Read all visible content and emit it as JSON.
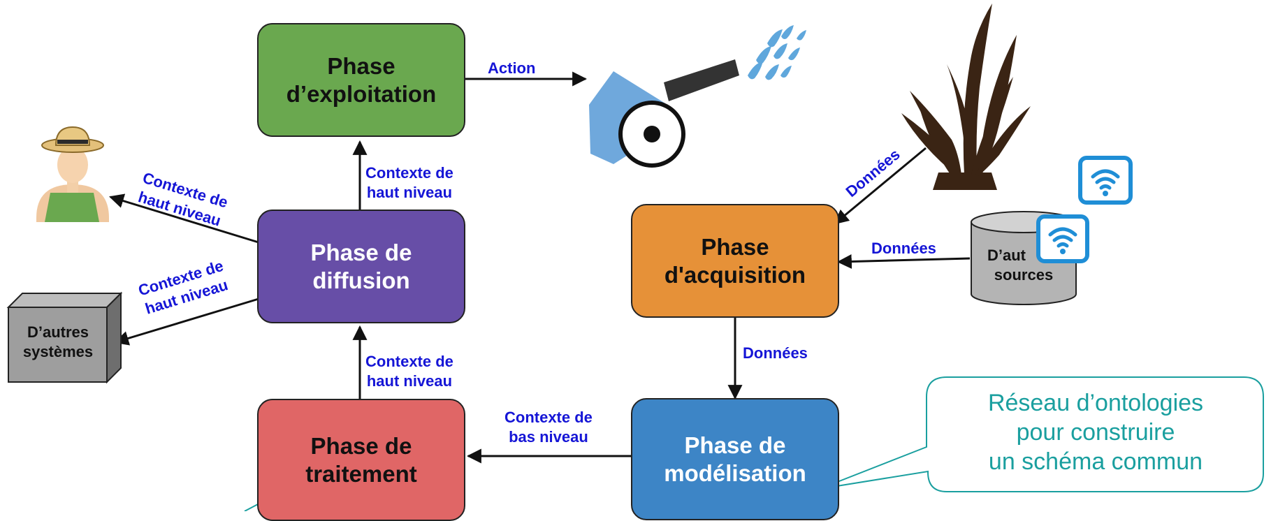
{
  "phases": {
    "exploitation": {
      "line1": "Phase",
      "line2": "d’exploitation"
    },
    "diffusion": {
      "line1": "Phase de",
      "line2": "diffusion"
    },
    "traitement": {
      "line1": "Phase de",
      "line2": "traitement"
    },
    "acquisition": {
      "line1": "Phase",
      "line2": "d'acquisition"
    },
    "modelisation": {
      "line1": "Phase de",
      "line2": "modélisation"
    }
  },
  "edges": {
    "action": "Action",
    "diffusion_to_exploitation": {
      "line1": "Contexte de",
      "line2": "haut niveau"
    },
    "traitement_to_diffusion": {
      "line1": "Contexte de",
      "line2": "haut niveau"
    },
    "diffusion_to_farmer": {
      "line1": "Contexte de",
      "line2": "haut niveau"
    },
    "diffusion_to_systems": {
      "line1": "Contexte de",
      "line2": "haut niveau"
    },
    "modelisation_to_traitement": {
      "line1": "Contexte de",
      "line2": "bas niveau"
    },
    "plant_to_acquisition": "Données",
    "sources_to_acquisition": "Données",
    "acquisition_to_modelisation": "Données"
  },
  "external": {
    "systems": {
      "line1": "D’autres",
      "line2": "systèmes"
    },
    "sources": {
      "line1": "D’aut",
      "line2": "sources"
    }
  },
  "callout": {
    "line1": "Réseau d’ontologies",
    "line2": "pour construire",
    "line3": "un schéma commun"
  },
  "icons": [
    "sprinkler-icon",
    "farmer-icon",
    "plant-icon",
    "wifi-icon",
    "database-icon",
    "server-box-icon"
  ],
  "colors": {
    "exploitation": "#6aa84f",
    "diffusion": "#674ea7",
    "traitement": "#e06666",
    "acquisition": "#e69138",
    "modelisation": "#3d85c6",
    "edge_label": "#1515d6",
    "callout": "#1a9f9f"
  }
}
